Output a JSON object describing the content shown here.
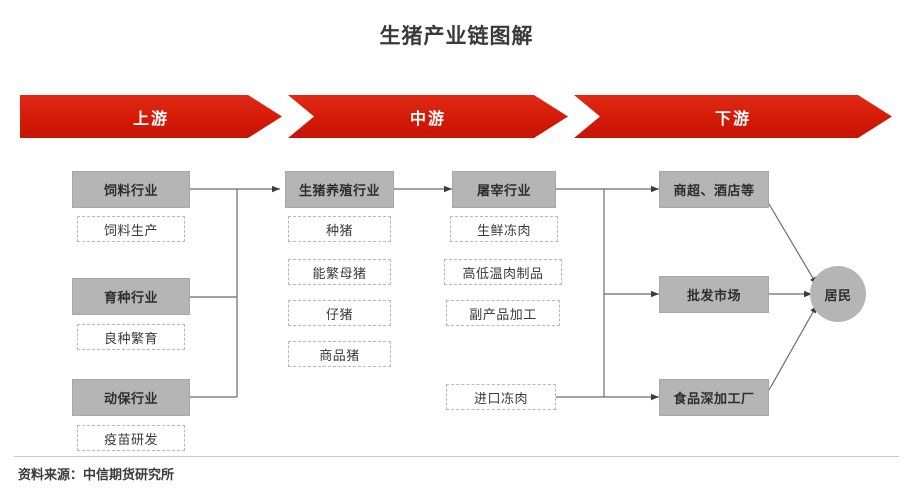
{
  "page": {
    "title": "生猪产业链图解",
    "source": "资料来源：中信期货研究所",
    "accent_color": "#d81e06",
    "node_fill": "#b5b5b5",
    "line_color": "#6b6b6b"
  },
  "banners": [
    {
      "label": "上游"
    },
    {
      "label": "中游"
    },
    {
      "label": "下游"
    }
  ],
  "diagram": {
    "upstream": {
      "groups": [
        {
          "head": "饲料行业",
          "sub": "饲料生产"
        },
        {
          "head": "育种行业",
          "sub": "良种繁育"
        },
        {
          "head": "动保行业",
          "sub": "疫苗研发"
        }
      ]
    },
    "midstream": {
      "breeding": {
        "head": "生猪养殖行业",
        "subs": [
          "种猪",
          "能繁母猪",
          "仔猪",
          "商品猪"
        ]
      },
      "slaughter": {
        "head": "屠宰行业",
        "subs": [
          "生鲜冻肉",
          "高低温肉制品",
          "副产品加工"
        ]
      },
      "imports": "进口冻肉"
    },
    "downstream": {
      "channels": [
        "商超、酒店等",
        "批发市场",
        "食品深加工厂"
      ],
      "consumer": "居民"
    }
  }
}
